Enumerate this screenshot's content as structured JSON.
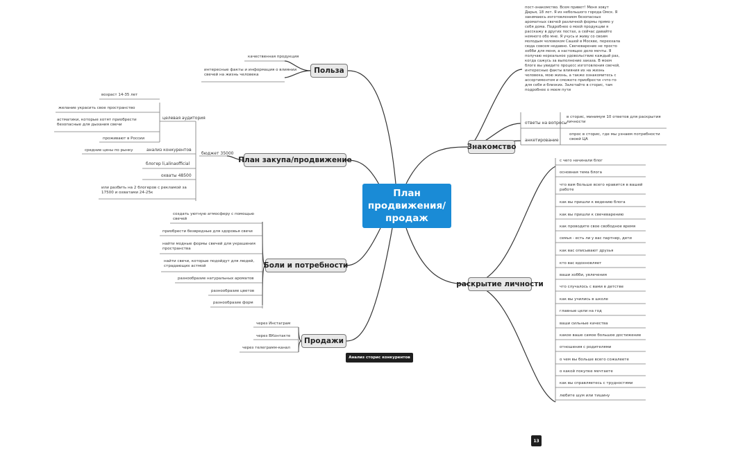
{
  "central": "План продвижения/ продаж",
  "branches": {
    "znakomstvo": {
      "label": "Знакомство",
      "intro": "пост-знакомство. Всем привет! Меня зовут Дарья, 18 лет. Я из небольшого города Омск. Я занимаюсь изготовлением безопасных ароматных свечей различной формы прямо у себя дома. Подробнее о моей продукции я расскажу в других постах, а сейчас давайте немного обо мне. Я учусь и живу со своим молодым человеком Сашей в Москве, переехала сюда совсем недавно. Свечеварение не просто хобби для меня, а настоящее дело мечты. Я получаю нереальное удовольствие каждый раз, когда сажусь за выполнение заказа. В моем блоге вы увидите процесс изготовления свечей, интересные факты влияния их на жизнь человека, мою жизнь, а также ознакомитесь с ассортиментом и сможете приобрести «что-то для себя и близких. Залетайте в сторис, там подробнее о моем пути",
      "sub1": "ответы на вопросы",
      "sub1_detail": "в сторис, минимум 10 ответов для раскрытия личности",
      "sub2": "анкетирование",
      "sub2_detail": "опрос в сторис, где мы узнаем потребности своей ЦА"
    },
    "personality": {
      "label": "раскрытие личности",
      "items": [
        "с чего начинали блог",
        "основная тема блога",
        "что вам больше всего нравится в вашей работе",
        "как вы пришли к ведению блога",
        "как вы пришли к свечеварению",
        "как проводите свое свободное время",
        "семья - есть ли у вас партнер, дети",
        "как вас описывают друзья",
        "кто вас вдохновляет",
        "ваши хобби, увлечения",
        "что случалось с вами в детстве",
        "как вы учились в школе",
        "главные цели на год",
        "ваши сильные качества",
        "какое ваше самое большое достижение",
        "отношения с родителями",
        "о чем вы больше всего сожалеете",
        "о какой покупке мечтаете",
        "как вы справляетесь с трудностями",
        "любите шум или тишину"
      ]
    },
    "benefit": {
      "label": "Польза",
      "items": [
        "качественная продукция",
        "интересные факты и информация о влиянии свечей на жизнь человека"
      ]
    },
    "purchase": {
      "label": "План закупа/продвижение",
      "budget": "бюджет 35000",
      "audience": "целевая аудитория",
      "audience_items": [
        "возраст 14-35 лет",
        "желание украсить свое пространство",
        "астматики, которые хотят приобрести безопасные для дыхания свечи",
        "проживают в России"
      ],
      "competitors": "анализ конкурентов",
      "competitors_items": [
        "средние цены по рынку"
      ],
      "blogger": "блогер li,alinaofficial",
      "reach": "охваты 48500",
      "split": "или разбить на 2 блогеров с рекламой за 17500 и охватами 24-25к"
    },
    "pains": {
      "label": "Боли и потребности",
      "items": [
        "создать уютную атмосферу с помощью свечей",
        "приобрести безвредные для здоровья свечи",
        "найти модные формы свечей для украшения пространства",
        "найти свечи, которые подойдут для людей, страдающих астмой",
        "разнообразие натуральных ароматов",
        "разнообразие цветов",
        "разнообразие форм"
      ]
    },
    "sales": {
      "label": "Продажи",
      "items": [
        "через Инстаграм",
        "через ВКонтакте",
        "через телеграмм-канал"
      ]
    }
  },
  "note": "Анализ сторис конкурентов",
  "page_number": "13"
}
